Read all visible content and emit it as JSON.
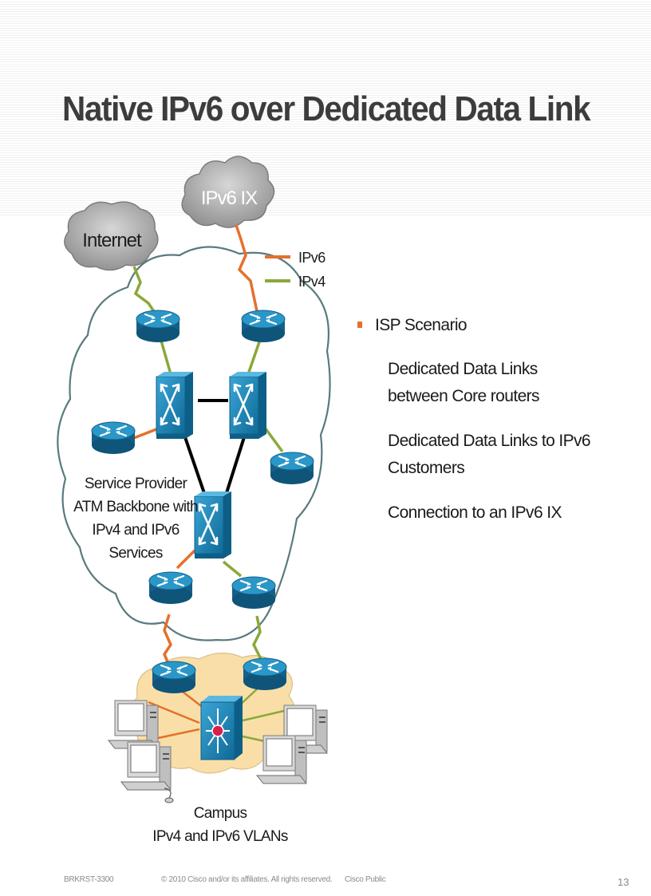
{
  "slide": {
    "title": "Native IPv6 over Dedicated Data Link",
    "page_number": "13"
  },
  "diagram": {
    "ix_cloud_label": "IPv6 IX",
    "internet_cloud_label": "Internet",
    "legend": [
      {
        "label": "IPv6",
        "color": "#e5702c"
      },
      {
        "label": "IPv4",
        "color": "#8aa83b"
      }
    ],
    "backbone_label_lines": [
      "Service Provider",
      "ATM Backbone with",
      "IPv4 and IPv6",
      "Services"
    ],
    "campus_label_lines": [
      "Campus",
      "IPv4 and IPv6 VLANs"
    ]
  },
  "bullets": {
    "main": "ISP Scenario",
    "subs": [
      "Dedicated Data Links between Core routers",
      "Dedicated Data Links to IPv6 Customers",
      "Connection to an IPv6 IX"
    ]
  },
  "footer": {
    "code": "BRKRST-3300",
    "copyright": "© 2010 Cisco and/or its affiliates. All rights reserved.",
    "classification": "Cisco Public"
  },
  "colors": {
    "ipv6": "#e5702c",
    "ipv4": "#8aa83b",
    "router_blue": "#1f86b6",
    "cloud_gray": "#9a9a9a",
    "campus_fill": "#f9dfa7",
    "bullet_square": "#e5702c"
  }
}
